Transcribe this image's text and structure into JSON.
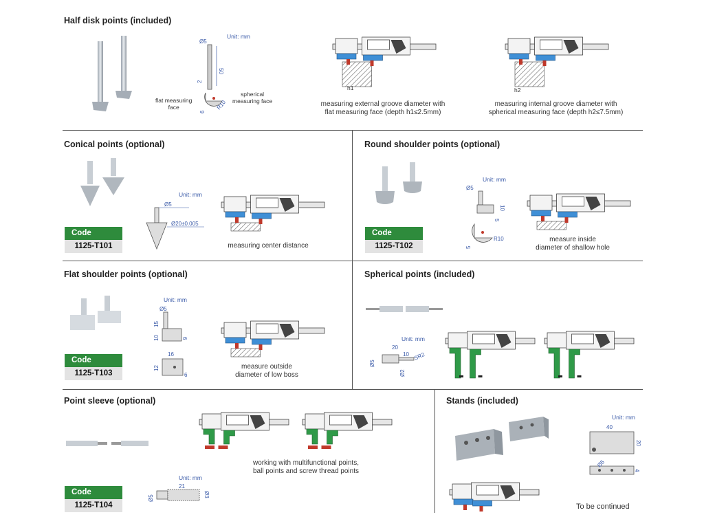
{
  "sections": {
    "half_disk": {
      "title": "Half disk points (included)",
      "unit": "Unit: mm",
      "dims": {
        "d5": "Ø5",
        "l50": "50",
        "l2": "2",
        "l6": "6",
        "r10": "R10"
      },
      "label_flat": [
        "flat measuring",
        "face"
      ],
      "label_spherical": [
        "spherical",
        "measuring face"
      ],
      "h1": "h1",
      "h2": "h2",
      "caption_external": [
        "measuring external groove diameter with",
        "flat measuring face (depth h1≤2.5mm)"
      ],
      "caption_internal": [
        "measuring internal groove diameter with",
        "spherical measuring face (depth h2≤7.5mm)"
      ]
    },
    "conical": {
      "title": "Conical points (optional)",
      "unit": "Unit: mm",
      "dims": {
        "d5": "Ø5",
        "d20": "Ø20±0.005"
      },
      "code_label": "Code",
      "code": "1125-T101",
      "caption": "measuring center distance"
    },
    "round_shoulder": {
      "title": "Round shoulder points (optional)",
      "unit": "Unit: mm",
      "dims": {
        "d5": "Ø5",
        "l10": "10",
        "l5": "5",
        "r10": "R10",
        "l5b": "5"
      },
      "code_label": "Code",
      "code": "1125-T102",
      "caption": [
        "measure inside",
        "diameter of shallow hole"
      ]
    },
    "flat_shoulder": {
      "title": "Flat shoulder points (optional)",
      "unit": "Unit: mm",
      "dims": {
        "d5": "Ø5",
        "l15": "15",
        "l10": "10",
        "l6": "6",
        "l16": "16",
        "l12": "12",
        "l6b": "6"
      },
      "code_label": "Code",
      "code": "1125-T103",
      "caption": [
        "measure outside",
        "diameter of low boss"
      ]
    },
    "spherical": {
      "title": "Spherical points (included)",
      "unit": "Unit: mm",
      "dims": {
        "l20": "20",
        "l10": "10",
        "sr2": "SR2",
        "d5": "Ø5",
        "d2": "Ø2"
      }
    },
    "sleeve": {
      "title": "Point sleeve (optional)",
      "unit": "Unit: mm",
      "dims": {
        "l21": "21",
        "d5": "Ø5",
        "d3": "Ø3"
      },
      "code_label": "Code",
      "code": "1125-T104",
      "caption": [
        "working with multifunctional points,",
        "ball points and screw thread points"
      ]
    },
    "stands": {
      "title": "Stands (included)",
      "unit": "Unit: mm",
      "dims": {
        "l40": "40",
        "l20": "20",
        "d5": "Ø5",
        "l4": "4"
      },
      "footer": "To be continued"
    }
  },
  "colors": {
    "accent_green": "#2e8b3c",
    "dimension_blue": "#3a5aa8",
    "jaw_green": "#2f9a48",
    "caliper_blue": "#3f8fd6",
    "point_red": "#c0392b"
  }
}
